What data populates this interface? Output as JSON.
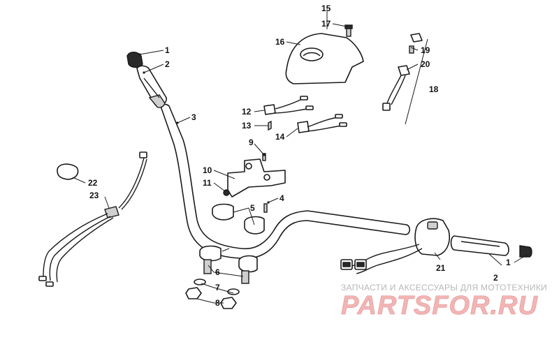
{
  "callouts": {
    "c1a": "1",
    "c2a": "2",
    "c3": "3",
    "c4": "4",
    "c5": "5",
    "c6": "6",
    "c7": "7",
    "c8": "8",
    "c9": "9",
    "c10": "10",
    "c11": "11",
    "c12": "12",
    "c13": "13",
    "c14": "14",
    "c15": "15",
    "c16": "16",
    "c17": "17",
    "c18": "18",
    "c19": "19",
    "c20": "20",
    "c21": "21",
    "c22": "22",
    "c23": "23",
    "c1b": "1",
    "c2b": "2"
  },
  "watermark": {
    "tagline": "ЗАПЧАСТИ И АКСЕССУАРЫ ДЛЯ МОТОТЕХНИКИ",
    "logo": "PARTSFOR.RU"
  },
  "colors": {
    "line": "#1a1a1a",
    "watermark_text": "#b7b7b7",
    "logo_fill": "#f2b5b5"
  }
}
